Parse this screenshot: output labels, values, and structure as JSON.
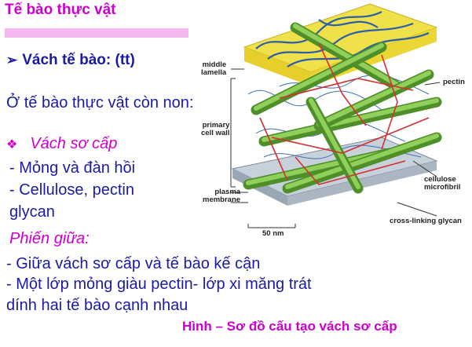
{
  "slide": {
    "title": "Tế bào thực vật",
    "heading": "Vách tế bào: (tt)",
    "intro": "Ở tế bào thực vật còn non:",
    "subheading": "Vách sơ cấp",
    "bullets": [
      "- Mỏng và đàn hồi",
      "- Cellulose, pectin",
      "glycan"
    ],
    "middle_lamella_title": "Phiến giữa:",
    "middle_lamella_lines": [
      "- Giữa vách sơ cấp và tế bào kế cận",
      "- Một lớp mỏng giàu pectin- lớp xi măng trát",
      "dính hai tế bào cạnh nhau"
    ],
    "caption": "Hình – Sơ đồ cấu tạo vách sơ cấp"
  },
  "diagram": {
    "labels": {
      "middle_lamella_1": "middle",
      "middle_lamella_2": "lamella",
      "primary_wall_1": "primary",
      "primary_wall_2": "cell wall",
      "plasma_1": "plasma",
      "plasma_2": "membrane",
      "pectin": "pectin",
      "cellulose_1": "cellulose",
      "cellulose_2": "microfibril",
      "cross_linking": "cross-linking glycan",
      "scale": "50 nm"
    }
  },
  "colors": {
    "title": "#cc00cc",
    "body_text": "#1a1aa6",
    "title_underline": "#f4b8f0",
    "lamella": "#f0e04a",
    "membrane": "#b8c6d2",
    "microfibril": "#6fb23c",
    "glycan": "#d43030",
    "pectin": "#2a5fa8"
  }
}
